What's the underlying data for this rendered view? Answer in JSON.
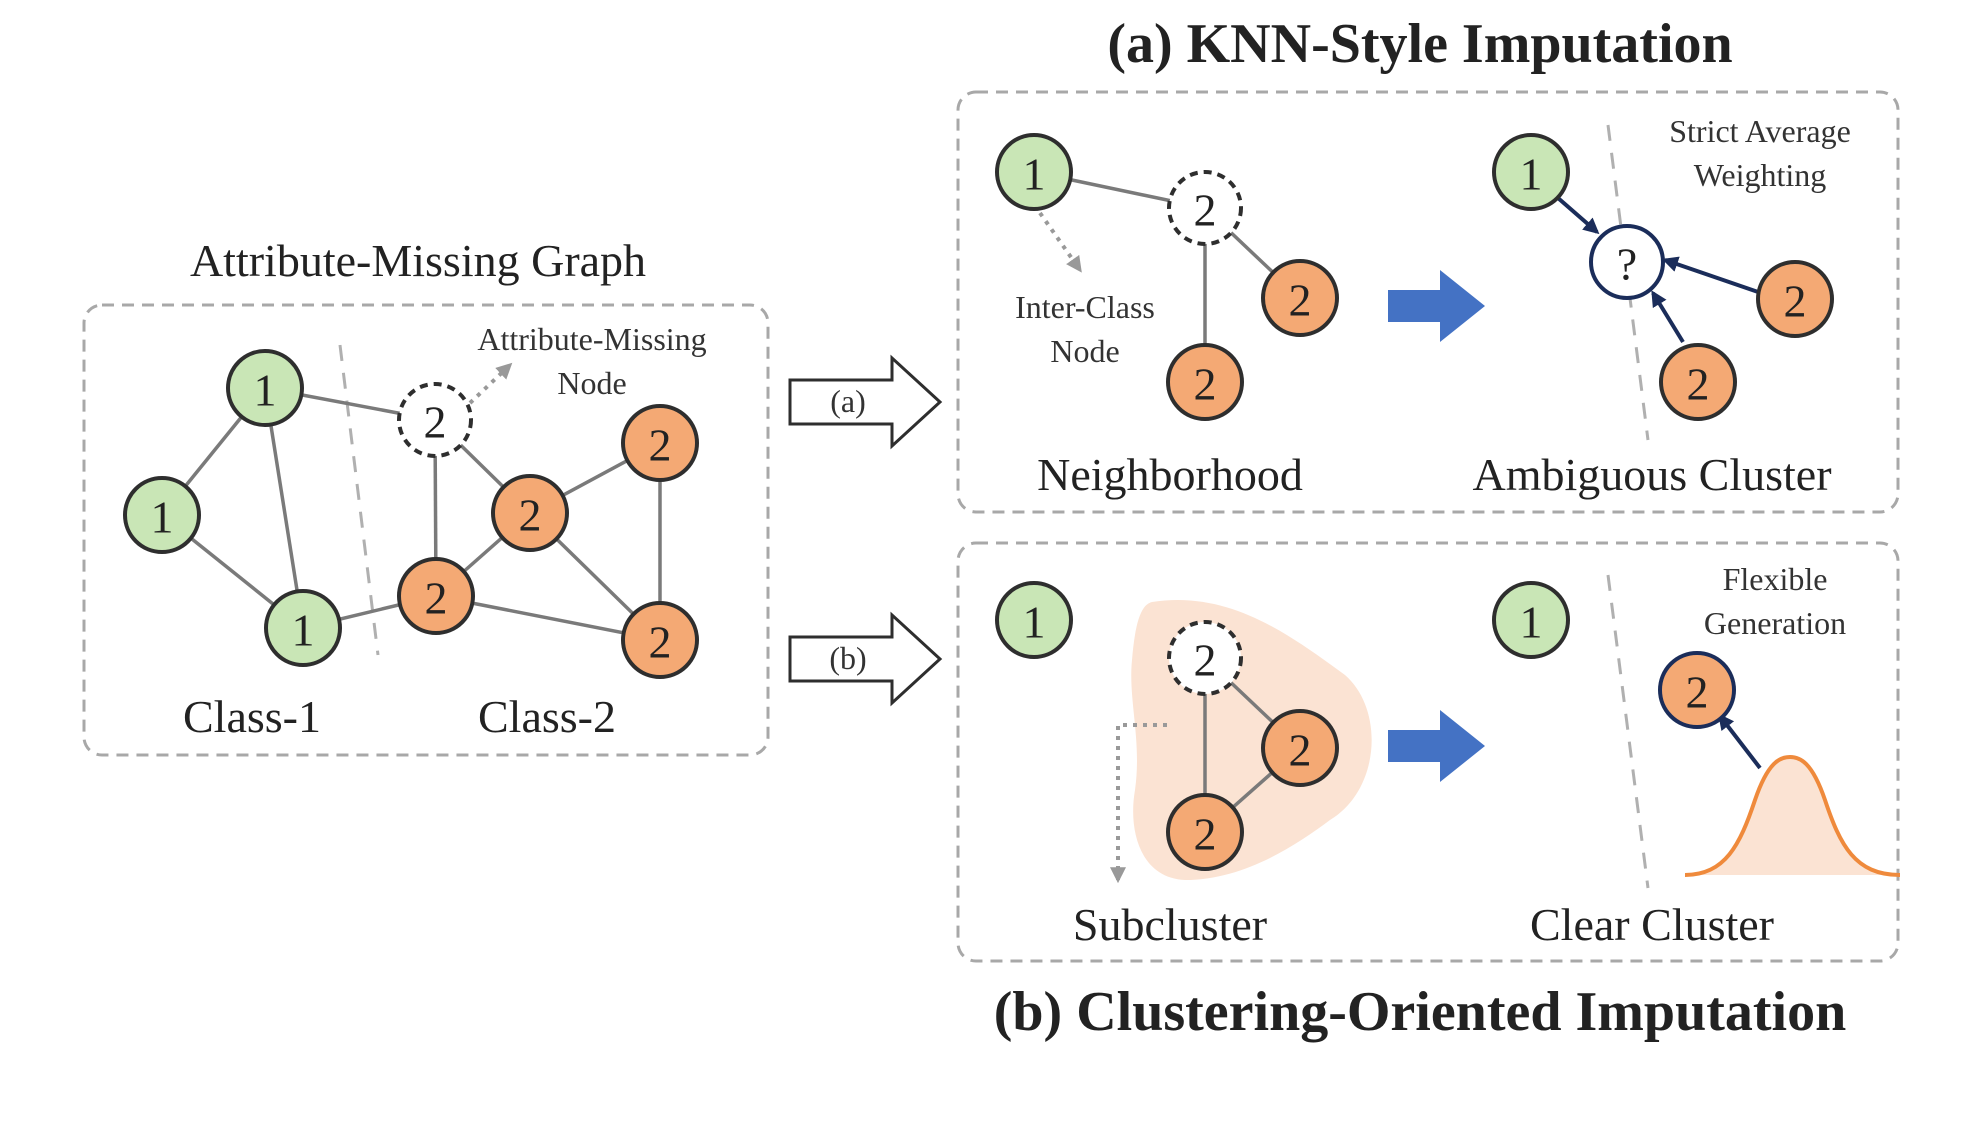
{
  "titles": {
    "top": "(a) KNN-Style Imputation",
    "bottom": "(b) Clustering-Oriented Imputation"
  },
  "left_panel": {
    "title": "Attribute-Missing Graph",
    "missing_node_note_line1": "Attribute-Missing",
    "missing_node_note_line2": "Node",
    "class1_label": "Class-1",
    "class2_label": "Class-2"
  },
  "connectors": {
    "a_label": "(a)",
    "b_label": "(b)"
  },
  "panel_a": {
    "left_caption": "Neighborhood",
    "right_caption": "Ambiguous Cluster",
    "inter_class_line1": "Inter-Class",
    "inter_class_line2": "Node",
    "weighting_line1": "Strict Average",
    "weighting_line2": "Weighting",
    "unknown_symbol": "?"
  },
  "panel_b": {
    "left_caption": "Subcluster",
    "right_caption": "Clear Cluster",
    "generation_line1": "Flexible",
    "generation_line2": "Generation"
  },
  "node_labels": {
    "class1": "1",
    "class2": "2"
  },
  "colors": {
    "class1_fill": "#c9e6b6",
    "class2_fill": "#f4a974",
    "accent_blue": "#4472c4",
    "navy": "#1b2d5a",
    "subcluster_fill": "#fbe3d3"
  }
}
